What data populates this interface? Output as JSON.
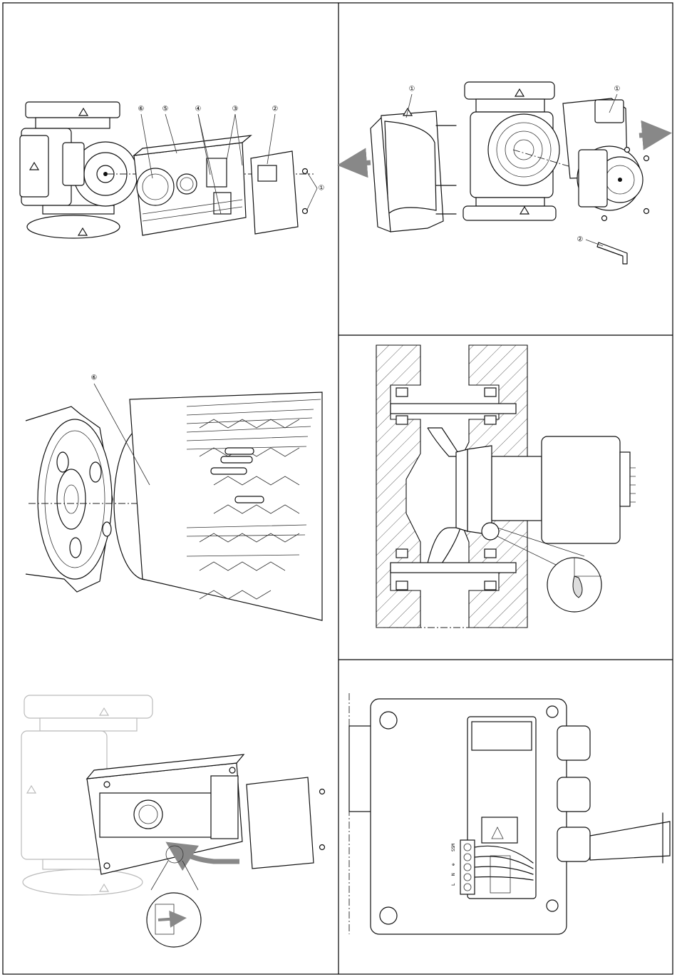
{
  "figures": [
    {
      "id": "fig1",
      "callouts": [
        "⑥",
        "⑤",
        "④",
        "③",
        "②",
        "①"
      ]
    },
    {
      "id": "fig2",
      "callouts": [
        "①",
        "①",
        "②"
      ]
    },
    {
      "id": "fig3",
      "callouts": [
        "⑥"
      ]
    },
    {
      "id": "fig4",
      "callouts": []
    },
    {
      "id": "fig5",
      "callouts": []
    },
    {
      "id": "fig6",
      "terminal_labels": [
        "SSM",
        "⊕",
        "N",
        "L"
      ]
    }
  ],
  "colors": {
    "line": "#111111",
    "ghost": "#bbbbbb",
    "arrow": "#888888"
  }
}
